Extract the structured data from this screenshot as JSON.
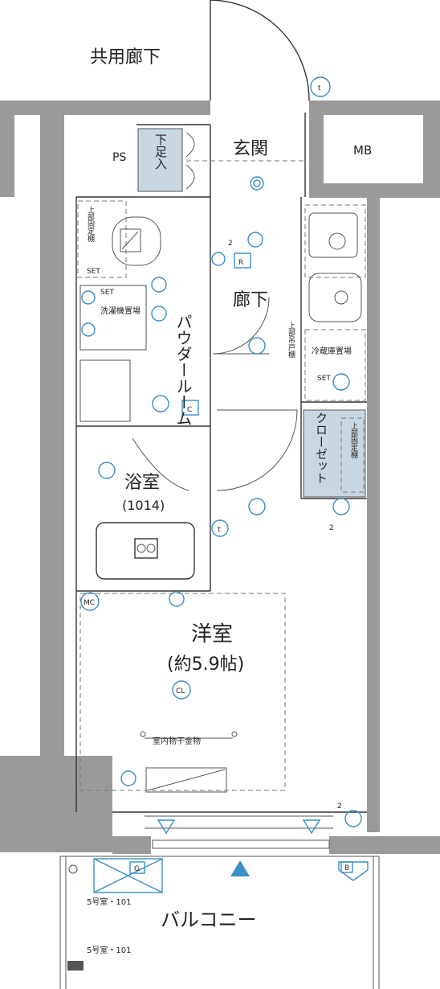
{
  "labels": {
    "corridor_shared": "共用廊下",
    "ps": "PS",
    "shoe_box": "下足入",
    "entrance": "玄関",
    "mb": "MB",
    "hallway": "廊下",
    "powder_room": "パウダールーム",
    "washer_space": "洗濯機置場",
    "upper_shelf_1": "上部固定棚",
    "upper_shelf_2": "上部吊戸棚",
    "fridge_space": "冷蔵庫置場",
    "closet": "クローゼット",
    "upper_shelf_3": "上部固定棚",
    "bathroom": "浴室",
    "bathroom_size": "(1014)",
    "western_room": "洋室",
    "western_room_size": "(約5.9帖)",
    "indoor_drying": "室内物干金物",
    "balcony": "バルコニー",
    "room_no_1": "5号室・101",
    "room_no_2": "5号室・101",
    "set_1": "SET",
    "set_2": "SET",
    "set_3": "SET",
    "circle_count_1": "2",
    "circle_count_2": "2",
    "circle_count_3": "2"
  },
  "symbols": {
    "t_top": "t",
    "t_mid": "t",
    "r": "R",
    "c": "C",
    "mc": "MC",
    "cl": "CL",
    "g": "G",
    "b": "B"
  },
  "colors": {
    "wall": "#9a9a9a",
    "accent": "#3a8fc8",
    "storage": "#c9d7e3"
  }
}
